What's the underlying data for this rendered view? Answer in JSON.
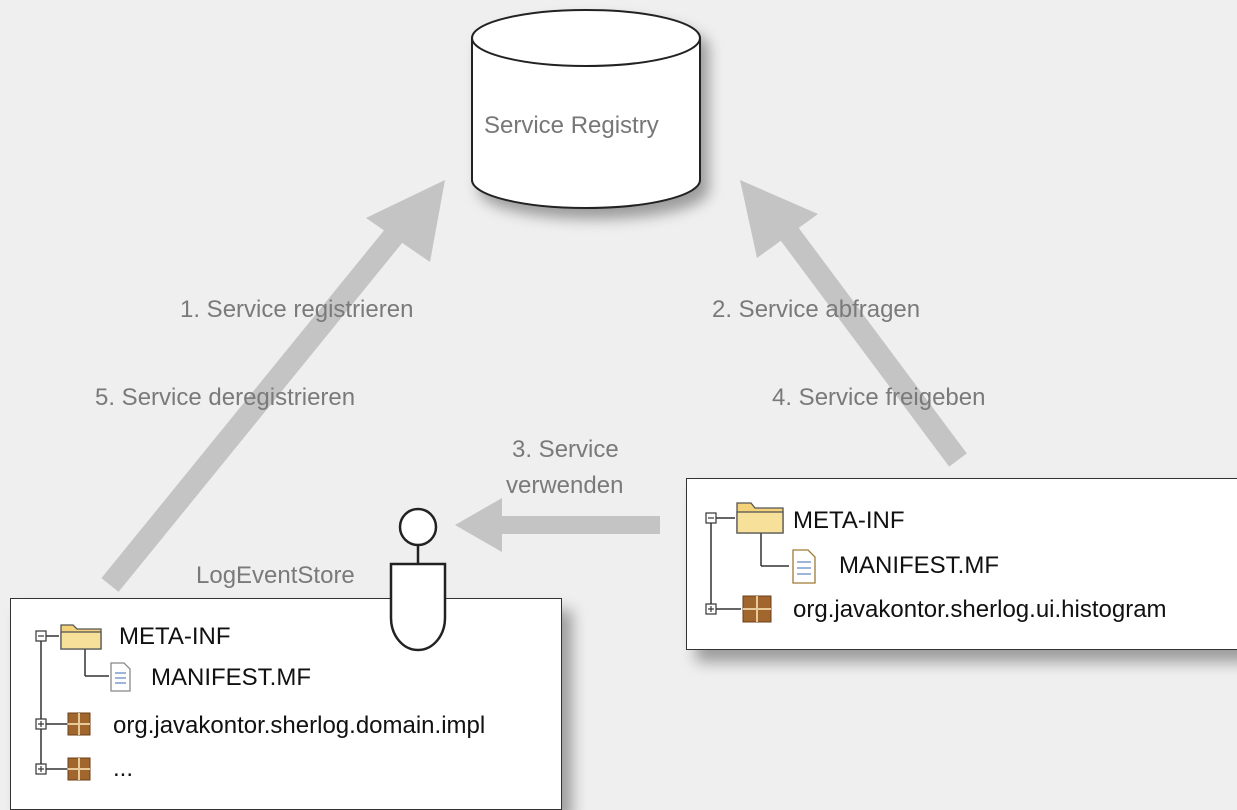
{
  "registry": {
    "label": "Service Registry"
  },
  "arrows": {
    "left_top": "1. Service registrieren",
    "left_bottom": "5. Service deregistrieren",
    "right_top": "2. Service abfragen",
    "right_bottom": "4. Service freigeben",
    "middle_line1": "3. Service",
    "middle_line2": "verwenden"
  },
  "interface": {
    "label": "LogEventStore"
  },
  "provider_bundle": {
    "folder": "META-INF",
    "file": "MANIFEST.MF",
    "packages": [
      "org.javakontor.sherlog.domain.impl",
      "..."
    ]
  },
  "consumer_bundle": {
    "folder": "META-INF",
    "file": "MANIFEST.MF",
    "packages": [
      "org.javakontor.sherlog.ui.histogram"
    ]
  },
  "colors": {
    "background": "#efefef",
    "arrow": "#c4c4c4",
    "label": "#7a7a7a",
    "package": "#a0662e",
    "folder": "#f3d27a"
  }
}
